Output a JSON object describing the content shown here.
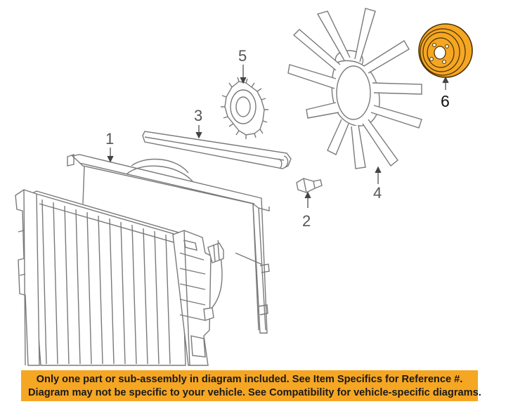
{
  "diagram": {
    "callouts": [
      {
        "id": "1",
        "label": "1"
      },
      {
        "id": "2",
        "label": "2"
      },
      {
        "id": "3",
        "label": "3"
      },
      {
        "id": "4",
        "label": "4"
      },
      {
        "id": "5",
        "label": "5"
      },
      {
        "id": "6",
        "label": "6"
      }
    ],
    "highlight_part": "6",
    "highlight_color": "#f5a623"
  },
  "disclaimer": {
    "line1": "Only one part or sub-assembly in diagram included. See Item Specifics for Reference #.",
    "line2": "Diagram may not be specific to your vehicle. See Compatibility for vehicle-specific diagrams.",
    "background": "#f5a623"
  }
}
